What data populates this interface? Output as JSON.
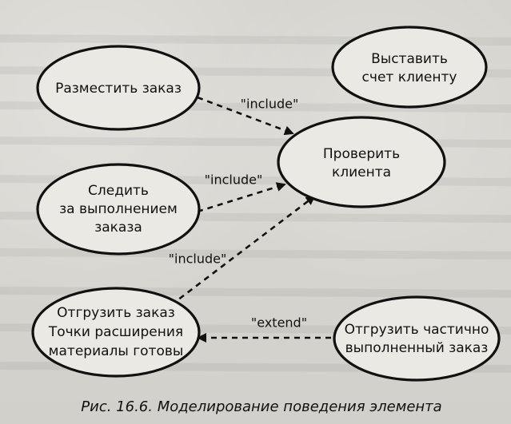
{
  "diagram": {
    "use_cases": {
      "place_order": {
        "lines": [
          "Разместить заказ"
        ]
      },
      "invoice_client": {
        "lines": [
          "Выставить",
          "счет клиенту"
        ]
      },
      "check_client": {
        "lines": [
          "Проверить",
          "клиента"
        ]
      },
      "track_order": {
        "lines": [
          "Следить",
          "за выполнением",
          "заказа"
        ]
      },
      "ship_order": {
        "lines": [
          "Отгрузить заказ",
          "Точки расширения",
          "материалы готовы"
        ]
      },
      "ship_partial": {
        "lines": [
          "Отгрузить частично",
          "выполненный заказ"
        ]
      }
    },
    "relationships": {
      "include_1": "\"include\"",
      "include_2": "\"include\"",
      "include_3": "\"include\"",
      "extend": "\"extend\""
    }
  },
  "caption": "Рис. 16.6. Моделирование поведения элемента"
}
